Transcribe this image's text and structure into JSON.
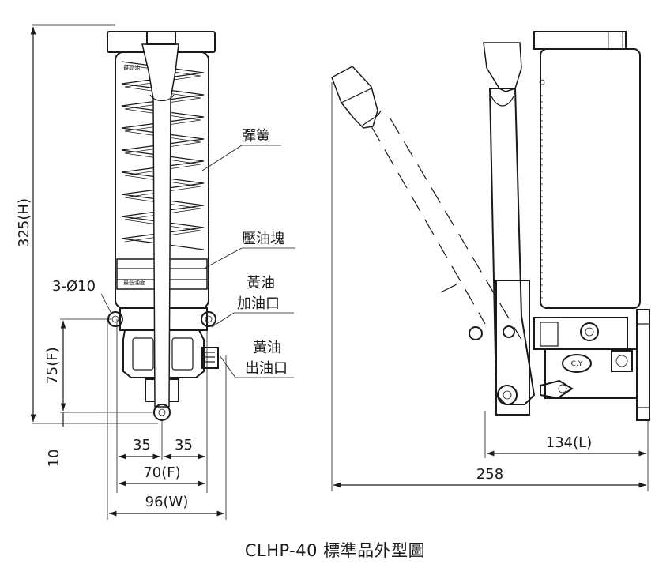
{
  "caption": "CLHP-40 標準品外型圖",
  "dimensions": {
    "height": "325(H)",
    "hole": "3-Ø10",
    "f75": "75(F)",
    "ten": "10",
    "left35": "35",
    "right35": "35",
    "f70": "70(F)",
    "width": "96(W)",
    "length": "134(L)",
    "total": "258"
  },
  "labels": {
    "spring": "彈簧",
    "block": "壓油塊",
    "inlet_line1": "黃油",
    "inlet_line2": "加油口",
    "outlet_line1": "黃油",
    "outlet_line2": "出油口",
    "top_mark": "最高油",
    "low_mark": "最低油面",
    "brand": "C.Y"
  }
}
